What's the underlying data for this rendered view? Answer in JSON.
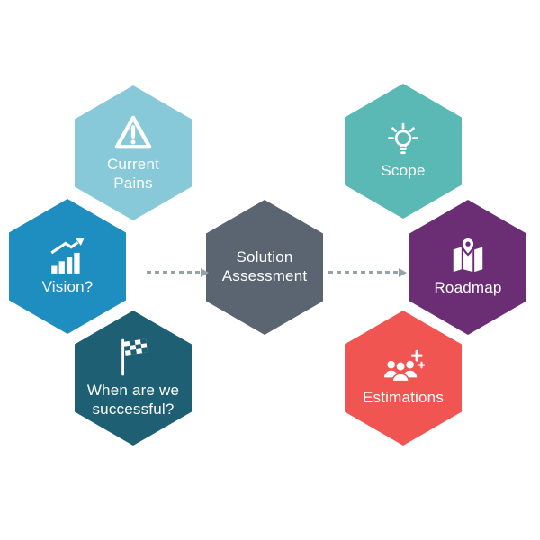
{
  "diagram": {
    "nodes": {
      "current_pains": {
        "lines": [
          "Current",
          "Pains"
        ],
        "color": "#87C9D8",
        "icon": "warning-icon"
      },
      "scope": {
        "lines": [
          "Scope"
        ],
        "color": "#5AB9B4",
        "icon": "lightbulb-icon"
      },
      "vision": {
        "lines": [
          "Vision?"
        ],
        "color": "#1E8DBF",
        "icon": "growth-chart-icon"
      },
      "solution": {
        "lines": [
          "Solution",
          "Assessment"
        ],
        "color": "#5B6571"
      },
      "roadmap": {
        "lines": [
          "Roadmap"
        ],
        "color": "#6B2E74",
        "icon": "map-pin-icon"
      },
      "successful": {
        "lines": [
          "When are we",
          "successful?"
        ],
        "color": "#1E5F73",
        "icon": "checkered-flag-icon"
      },
      "estimations": {
        "lines": [
          "Estimations"
        ],
        "color": "#F05552",
        "icon": "team-add-icon"
      }
    },
    "arrows": {
      "color": "#98A2AB"
    }
  }
}
